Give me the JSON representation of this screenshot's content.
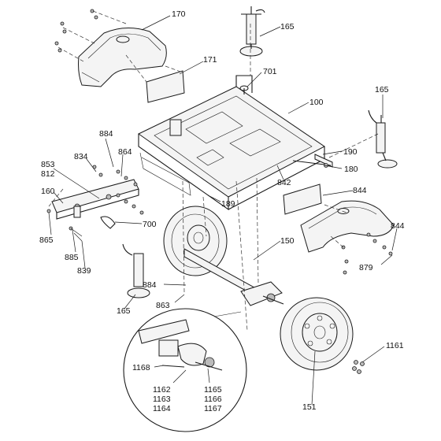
{
  "labels": [
    {
      "id": "p170",
      "text": "170"
    },
    {
      "id": "p165a",
      "text": "165"
    },
    {
      "id": "p171",
      "text": "171"
    },
    {
      "id": "p701",
      "text": "701"
    },
    {
      "id": "p100",
      "text": "100"
    },
    {
      "id": "p165b",
      "text": "165"
    },
    {
      "id": "p884a",
      "text": "884"
    },
    {
      "id": "p834",
      "text": "834"
    },
    {
      "id": "p864",
      "text": "864"
    },
    {
      "id": "p853",
      "text": "853"
    },
    {
      "id": "p812",
      "text": "812"
    },
    {
      "id": "p160",
      "text": "160"
    },
    {
      "id": "p190",
      "text": "190"
    },
    {
      "id": "p180",
      "text": "180"
    },
    {
      "id": "p842",
      "text": "842"
    },
    {
      "id": "p189",
      "text": "189"
    },
    {
      "id": "p844a",
      "text": "844"
    },
    {
      "id": "p700",
      "text": "700"
    },
    {
      "id": "p865",
      "text": "865"
    },
    {
      "id": "p885",
      "text": "885"
    },
    {
      "id": "p839",
      "text": "839"
    },
    {
      "id": "p150",
      "text": "150"
    },
    {
      "id": "p844b",
      "text": "844"
    },
    {
      "id": "p879",
      "text": "879"
    },
    {
      "id": "p884b",
      "text": "884"
    },
    {
      "id": "p863",
      "text": "863"
    },
    {
      "id": "p165c",
      "text": "165"
    },
    {
      "id": "p1161",
      "text": "1161"
    },
    {
      "id": "p1168",
      "text": "1168"
    },
    {
      "id": "p1162",
      "text": "1162"
    },
    {
      "id": "p1163",
      "text": "1163"
    },
    {
      "id": "p1164",
      "text": "1164"
    },
    {
      "id": "p1165",
      "text": "1165"
    },
    {
      "id": "p1166",
      "text": "1166"
    },
    {
      "id": "p1167",
      "text": "1167"
    },
    {
      "id": "p151",
      "text": "151"
    }
  ]
}
